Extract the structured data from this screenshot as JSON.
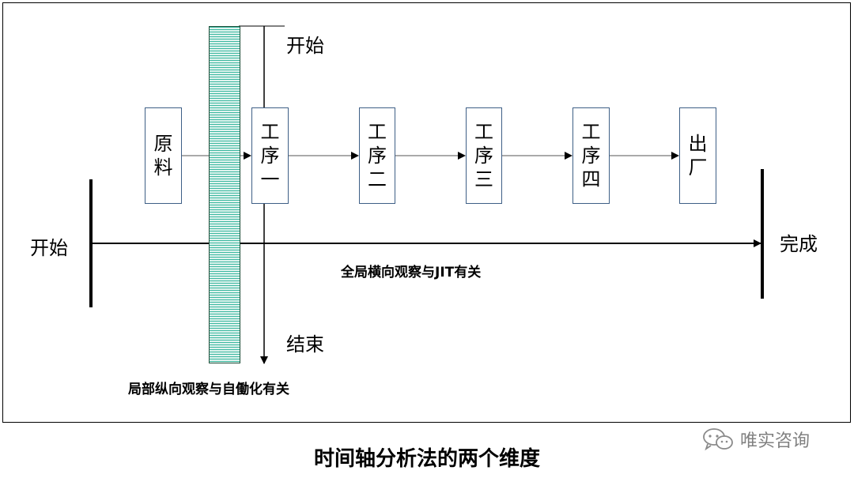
{
  "diagram": {
    "process_boxes": [
      {
        "id": "raw",
        "label": "原料"
      },
      {
        "id": "step1",
        "label": "工序一"
      },
      {
        "id": "step2",
        "label": "工序二"
      },
      {
        "id": "step3",
        "label": "工序三"
      },
      {
        "id": "step4",
        "label": "工序四"
      },
      {
        "id": "exit",
        "label": "出厂"
      }
    ],
    "timeline": {
      "start_label": "开始",
      "end_label": "完成",
      "caption": "全局横向观察与JIT有关"
    },
    "vertical": {
      "start_label": "开始",
      "end_label": "结束",
      "caption": "局部纵向观察与自働化有关"
    },
    "title": "时间轴分析法的两个维度"
  },
  "watermark": {
    "icon": "wechat-icon",
    "text": "唯实咨询"
  },
  "colors": {
    "box_border": "#3e5f86",
    "hatch_line": "#3bb8a0",
    "hatch_bg": "#dff3ee",
    "arrow": "#000000"
  }
}
